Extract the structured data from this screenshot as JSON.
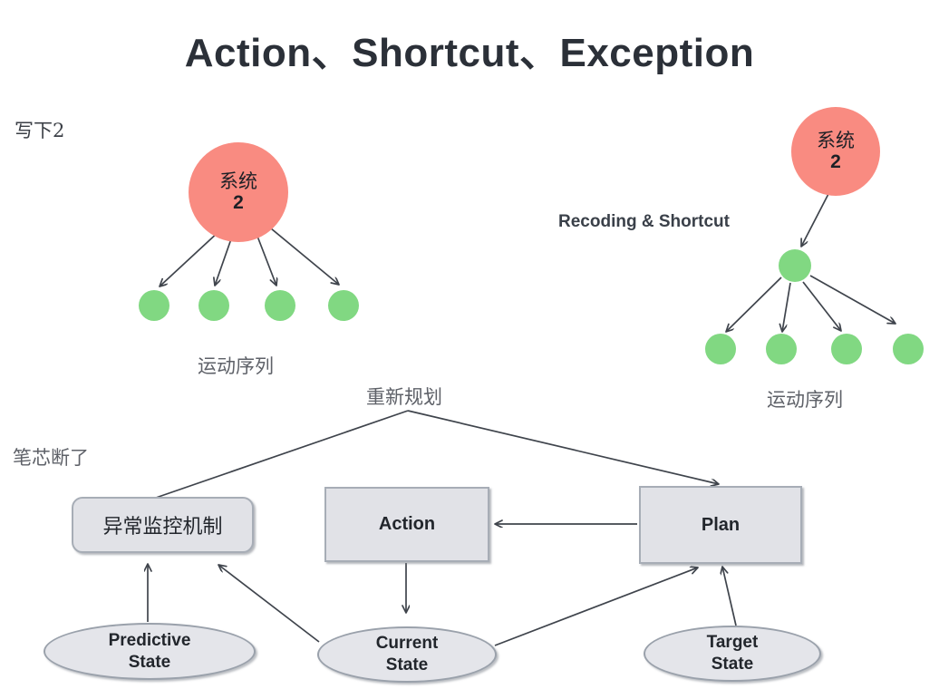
{
  "title": "Action、Shortcut、Exception",
  "colors": {
    "title_text": "#2b3038",
    "pink_node": "#f98b81",
    "green_node": "#81d882",
    "box_fill": "#e1e2e7",
    "box_border": "#a7adb6",
    "edge": "#3f444c",
    "label_text": "#3b3f46"
  },
  "labels": {
    "write_two": "写下2",
    "motor_sequence_left": "运动序列",
    "motor_sequence_right": "运动序列",
    "recoding_shortcut": "Recoding & Shortcut",
    "replan": "重新规划",
    "pencil_broke": "笔芯断了"
  },
  "left_tree": {
    "root": {
      "line1": "系统",
      "line2": "2"
    },
    "leaf_count": 4,
    "leaves": [
      "",
      "",
      "",
      ""
    ]
  },
  "right_tree": {
    "root": {
      "line1": "系统",
      "line2": "2"
    },
    "intermediate": "",
    "leaf_count": 4,
    "leaves": [
      "",
      "",
      "",
      ""
    ]
  },
  "boxes": {
    "exception_monitor": "异常监控机制",
    "action": "Action",
    "plan": "Plan"
  },
  "ellipses": {
    "predictive_state": {
      "line1": "Predictive",
      "line2": "State"
    },
    "current_state": {
      "line1": "Current",
      "line2": "State"
    },
    "target_state": {
      "line1": "Target",
      "line2": "State"
    }
  }
}
